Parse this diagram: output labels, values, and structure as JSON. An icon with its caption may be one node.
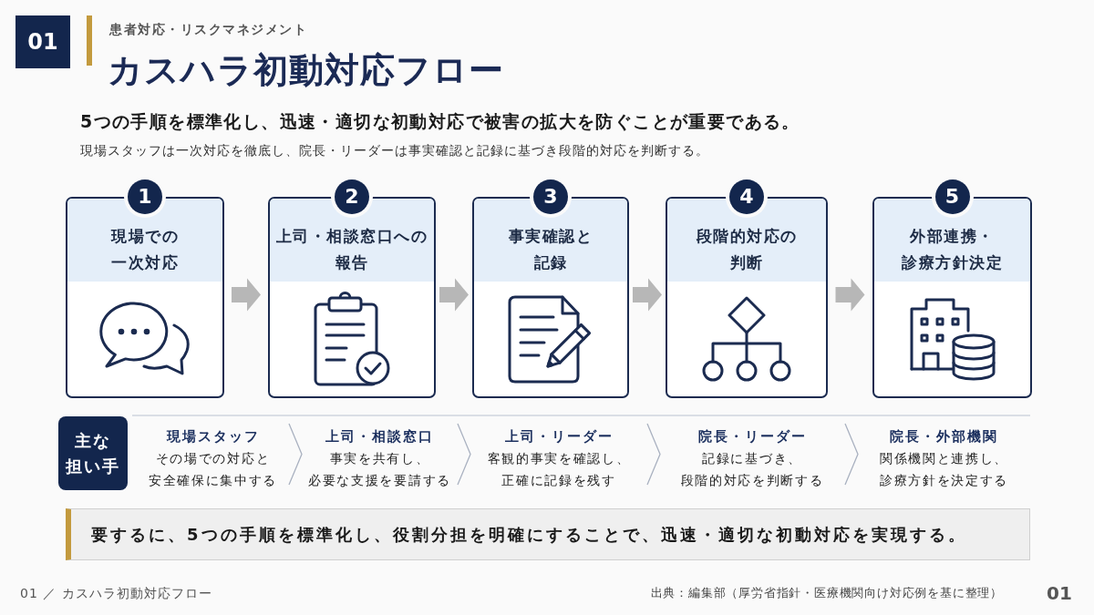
{
  "diagram": {
    "title": "カスハラ初動対応フロー",
    "nodes": [
      {
        "text": [
          "01"
        ]
      },
      {
        "text": [
          "1",
          "現場での一次対応"
        ]
      },
      {
        "text": [
          "2",
          "上司・相談窓口への報告"
        ]
      },
      {
        "text": [
          "3",
          "事実確認と記録"
        ]
      },
      {
        "text": [
          "4",
          "段階的対応の判断"
        ]
      },
      {
        "text": [
          "5",
          "外部連携・診療方針決定"
        ]
      },
      {
        "text": [
          "主な担い手"
        ]
      },
      {
        "text": [
          "要するに、5つの手順を標準化し、役割分担を明確にすることで、迅速・適切な初動対応を実現する。"
        ]
      }
    ],
    "edges": [
      {
        "from": 1,
        "to": 2,
        "arrow": "to",
        "style": "thick"
      },
      {
        "from": 2,
        "to": 3,
        "arrow": "to",
        "style": "thick"
      },
      {
        "from": 3,
        "to": 4,
        "arrow": "to",
        "style": "thick"
      },
      {
        "from": 4,
        "to": 5,
        "arrow": "to",
        "style": "thick"
      }
    ],
    "labels": [
      "患者対応・リスクマネジメント",
      "5つの手順を標準化し、迅速・適切な初動対応で被害の拡大を防ぐことが重要である。",
      "現場スタッフは一次対応を徹底し、院長・リーダーは事実確認と記録に基づき段階的対応を判断する。",
      "現場スタッフ",
      "その場での対応と安全確保に集中する",
      "上司・相談窓口",
      "事実を共有し、必要な支援を要請する",
      "上司・リーダー",
      "客観的事実を確認し、正確に記録を残す",
      "院長・リーダー",
      "記録に基づき、段階的対応を判断する",
      "院長・外部機関",
      "関係機関と連携し、診療方針を決定する",
      "01 ／ カスハラ初動対応フロー",
      "出典：編集部（厚労省指針・医療機関向け対応例を基に整理）",
      "01"
    ]
  }
}
